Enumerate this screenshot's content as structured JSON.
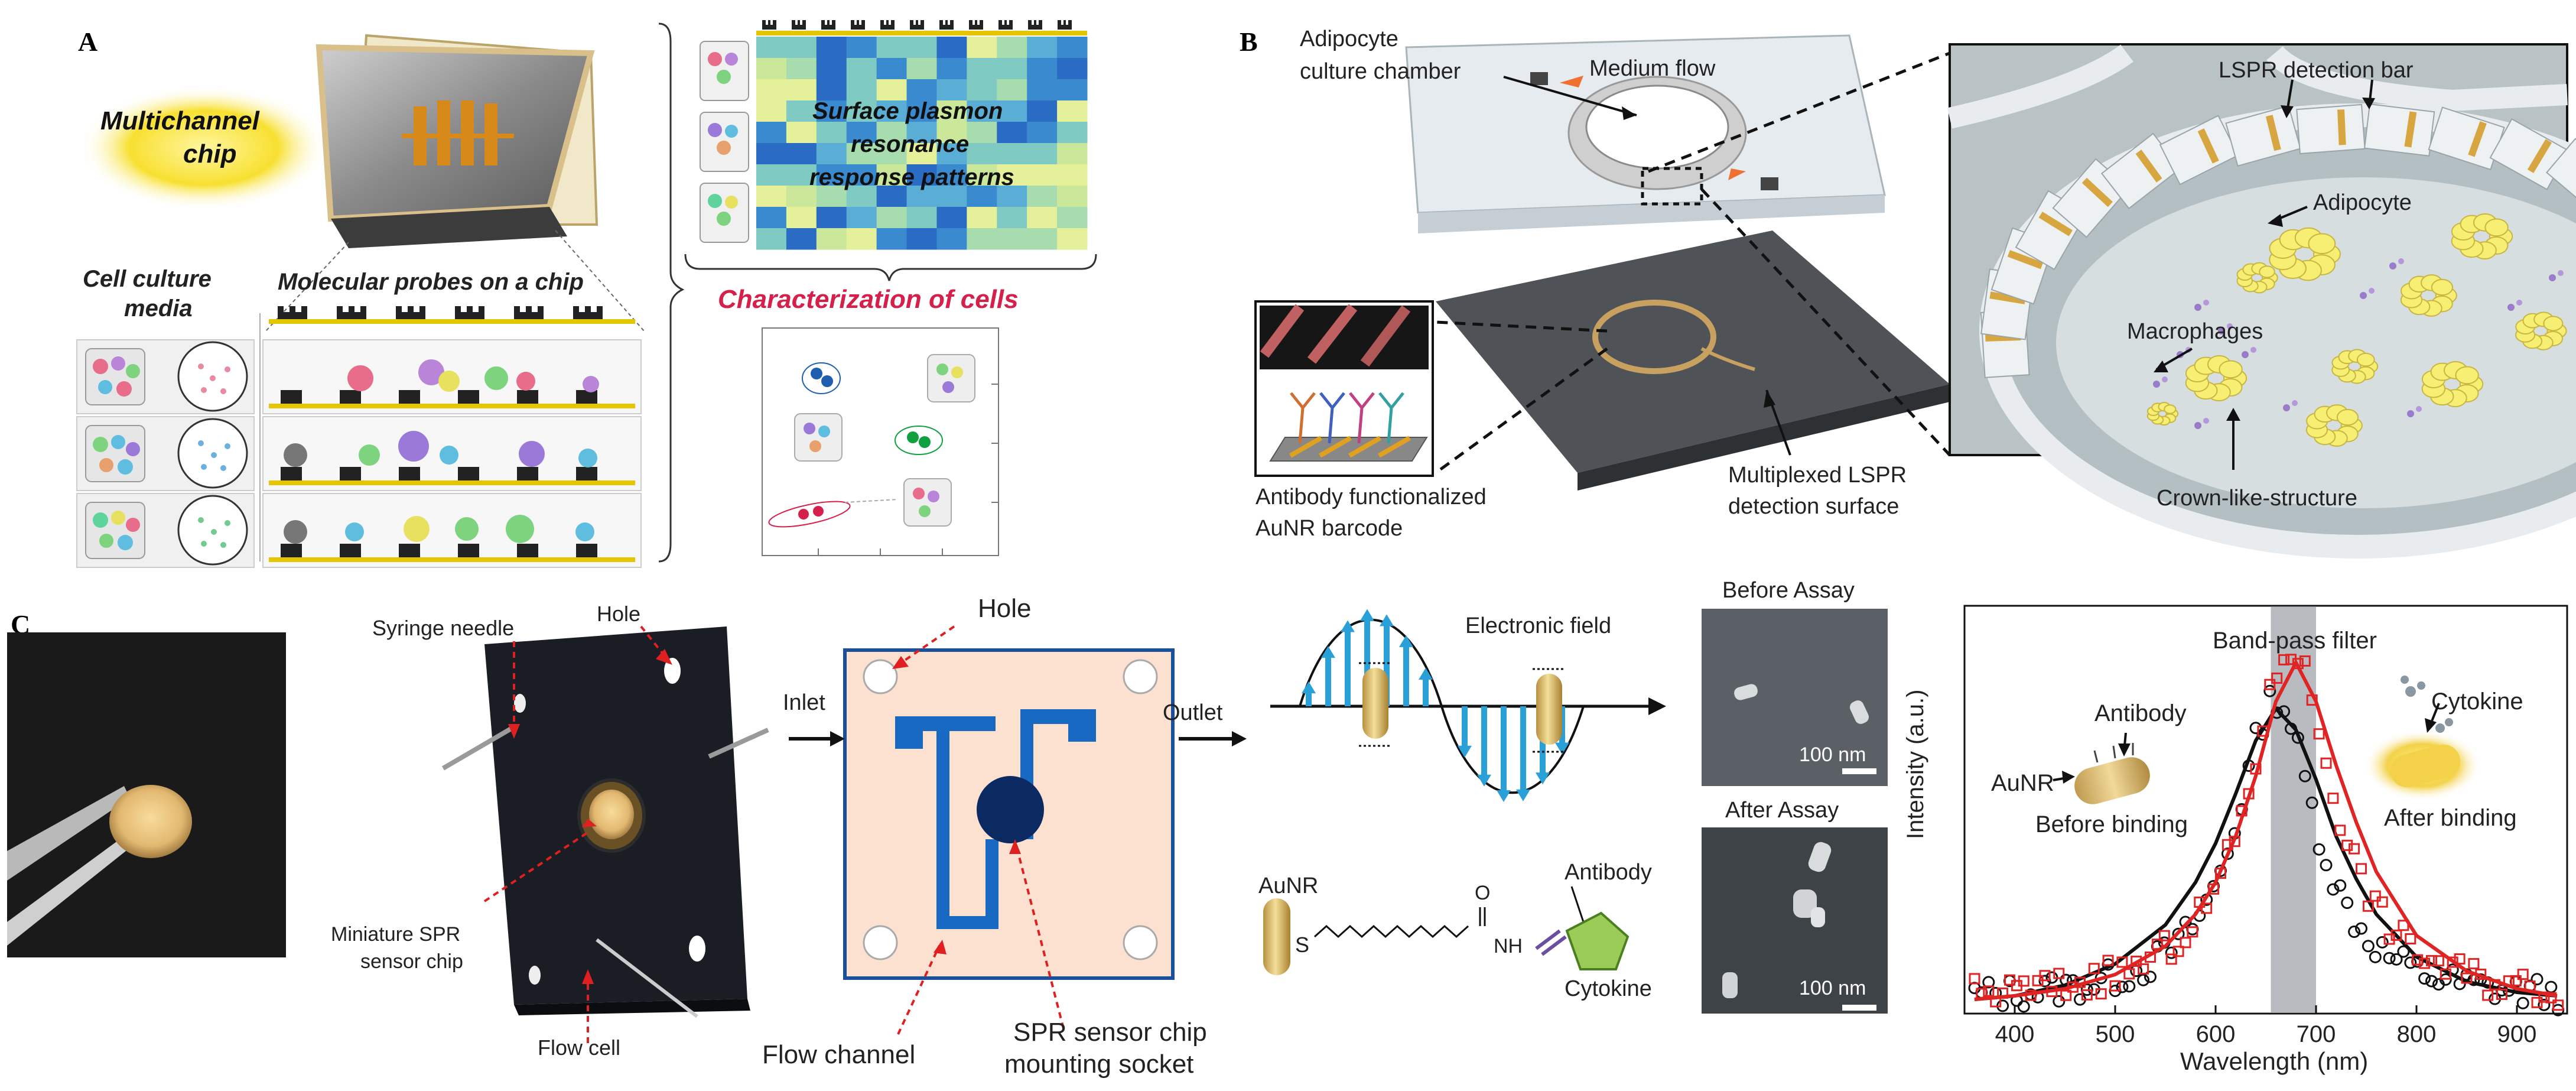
{
  "panels": {
    "a_letter": "A",
    "b_letter": "B",
    "c_letter": "C"
  },
  "panel_a": {
    "chip_label": "Multichannel chip",
    "chip_label_line1": "Multichannel",
    "chip_label_line2": "chip",
    "media_label_line1": "Cell culture",
    "media_label_line2": "media",
    "probes_label": "Molecular probes on a chip",
    "heatmap_label_line1": "Surface plasmon",
    "heatmap_label_line2": "resonance",
    "heatmap_label_line3": "response patterns",
    "characterization_label": "Characterization of cells",
    "colors": {
      "accent_red": "#d4204a",
      "glow": "#f6d000"
    }
  },
  "panel_b": {
    "chamber_line1": "Adipocyte",
    "chamber_line2": "culture chamber",
    "medium_flow": "Medium flow",
    "antibody_line1": "Antibody functionalized",
    "antibody_line2": "AuNR barcode",
    "multiplexed_line1": "Multiplexed LSPR",
    "multiplexed_line2": "detection surface",
    "lspr_bar": "LSPR detection bar",
    "adipocyte": "Adipocyte",
    "macrophages": "Macrophages",
    "crown": "Crown-like-structure"
  },
  "panel_c": {
    "syringe": "Syringe needle",
    "hole1": "Hole",
    "miniature_line1": "Miniature SPR",
    "miniature_line2": "sensor chip",
    "flow_cell": "Flow cell",
    "hole2": "Hole",
    "inlet": "Inlet",
    "outlet": "Outlet",
    "flow_channel": "Flow channel",
    "socket_line1": "SPR sensor chip",
    "socket_line2": "mounting socket",
    "electronic_field": "Electronic field",
    "aunr": "AuNR",
    "s_atom": "S",
    "o_atom": "O",
    "nh_group": "NH",
    "antibody": "Antibody",
    "cytokine": "Cytokine",
    "before_assay": "Before Assay",
    "after_assay": "After Assay",
    "scale1": "100 nm",
    "scale2": "100 nm"
  },
  "chart_data": {
    "type": "scatter",
    "xlabel": "Wavelength (nm)",
    "ylabel": "Intensity (a.u.)",
    "xlim": [
      350,
      950
    ],
    "ylim": [
      0,
      1.15
    ],
    "x_ticks": [
      400,
      500,
      600,
      700,
      800,
      900
    ],
    "band_label": "Band-pass filter",
    "band": [
      655,
      700
    ],
    "annotations": {
      "antibody": "Antibody",
      "aunr": "AuNR",
      "before_binding": "Before binding",
      "cytokine": "Cytokine",
      "after_binding": "After binding"
    },
    "series": [
      {
        "color": "#111111",
        "marker": "circle",
        "peak": 660,
        "width": 48,
        "amplitude": 0.86,
        "baseline": 0.03,
        "fit_x": [
          360,
          400,
          450,
          500,
          550,
          580,
          600,
          620,
          640,
          660,
          680,
          700,
          720,
          740,
          760,
          800,
          850,
          900,
          940
        ],
        "fit_y": [
          0.04,
          0.05,
          0.08,
          0.14,
          0.25,
          0.37,
          0.48,
          0.62,
          0.77,
          0.86,
          0.8,
          0.66,
          0.5,
          0.38,
          0.28,
          0.16,
          0.09,
          0.06,
          0.05
        ]
      },
      {
        "color": "#e02424",
        "marker": "square",
        "peak": 675,
        "width": 52,
        "amplitude": 1.0,
        "baseline": 0.03,
        "fit_x": [
          360,
          400,
          450,
          500,
          550,
          580,
          600,
          620,
          640,
          660,
          680,
          700,
          720,
          740,
          760,
          800,
          850,
          900,
          940
        ],
        "fit_y": [
          0.04,
          0.05,
          0.07,
          0.11,
          0.19,
          0.28,
          0.37,
          0.5,
          0.67,
          0.88,
          0.99,
          0.88,
          0.7,
          0.54,
          0.4,
          0.22,
          0.12,
          0.07,
          0.05
        ]
      }
    ]
  }
}
